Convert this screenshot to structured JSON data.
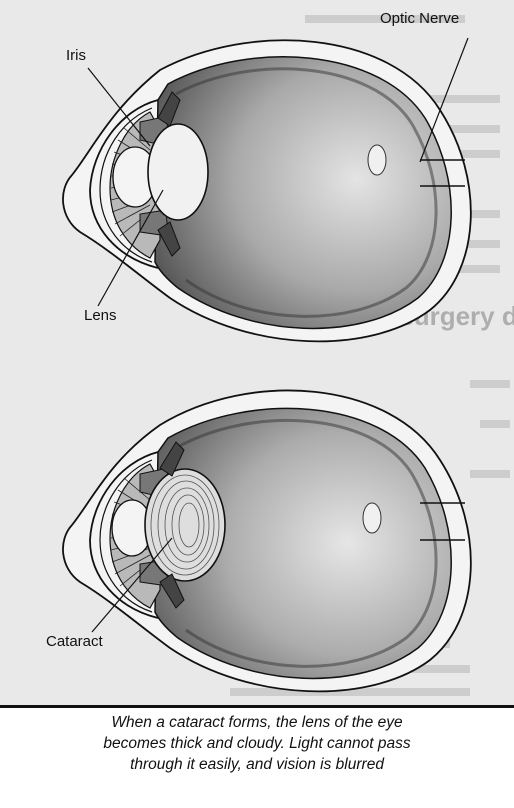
{
  "figure": {
    "labels": {
      "iris": "Iris",
      "optic_nerve": "Optic Nerve",
      "lens": "Lens",
      "cataract": "Cataract"
    },
    "background_text": {
      "heading": "How is the surgery done?"
    }
  },
  "caption": {
    "line1": "When a cataract forms, the lens of the eye",
    "line2": "becomes thick and cloudy.  Light cannot pass",
    "line3": "through it easily, and vision is blurred"
  },
  "colors": {
    "page_background": "#e9e9e9",
    "ink": "#111111",
    "eye_interior_dark": "#6a6a6a",
    "eye_interior_light": "#dcdcdc"
  }
}
